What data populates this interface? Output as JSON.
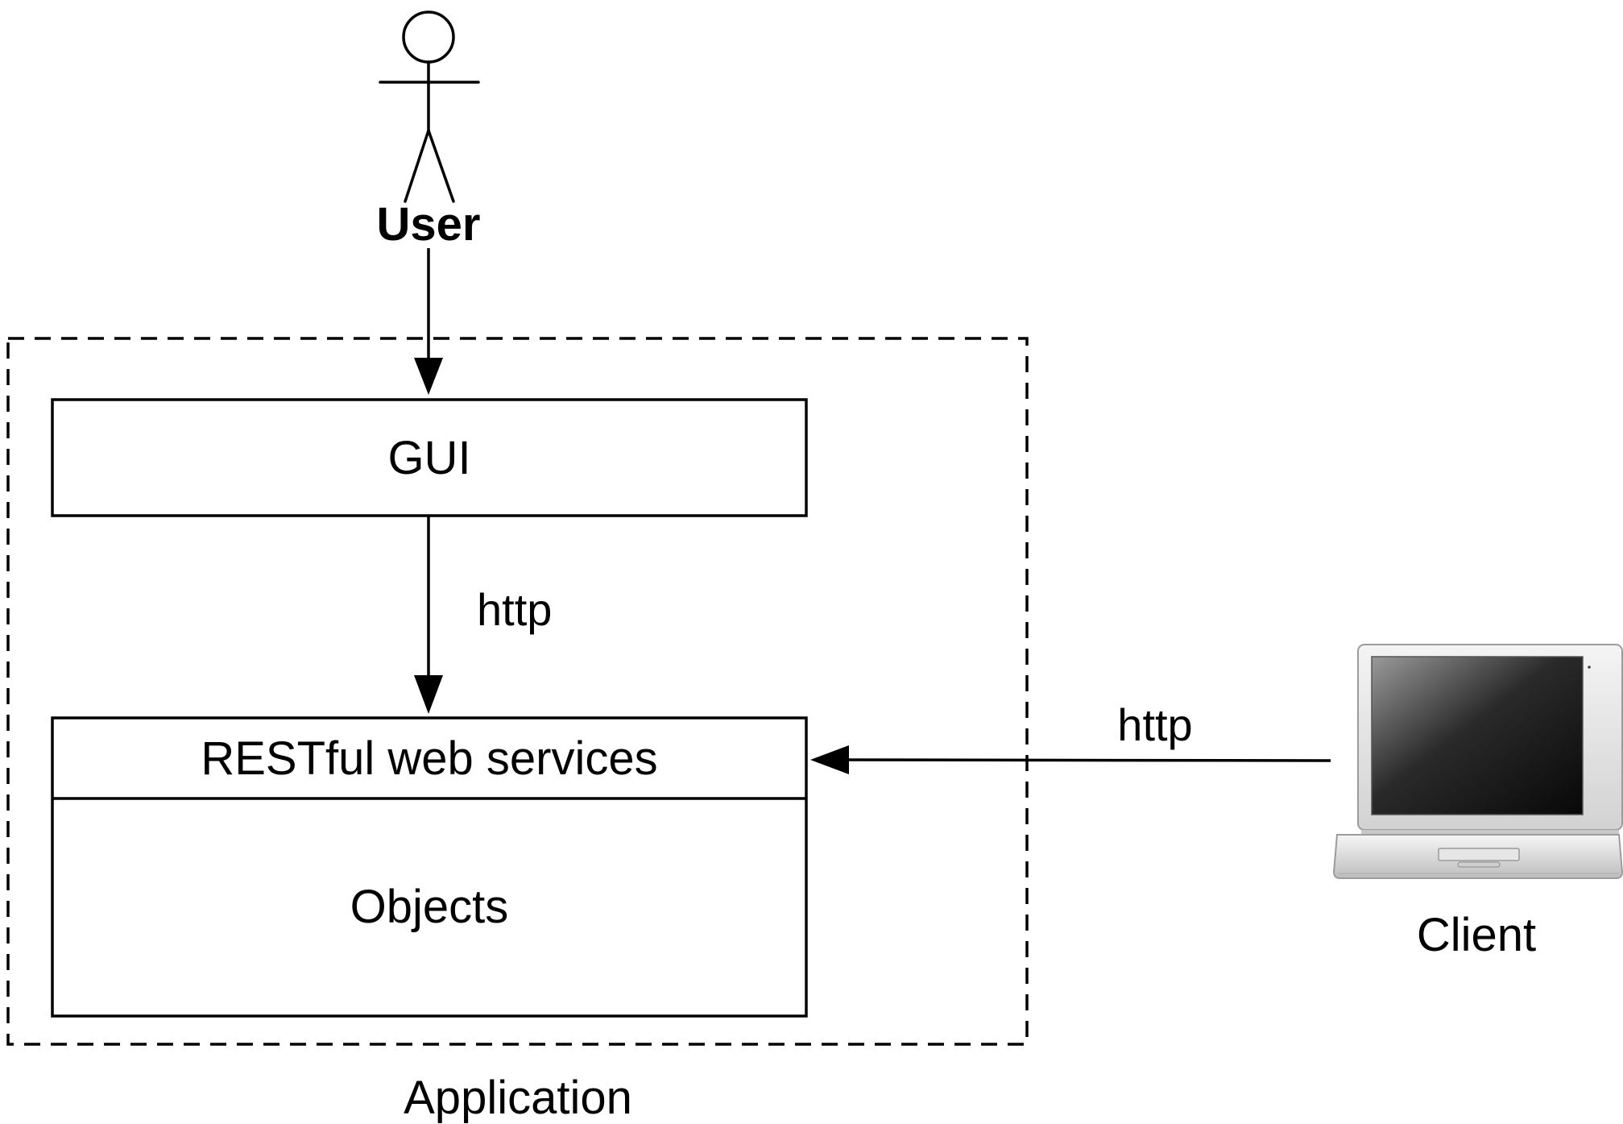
{
  "diagram": {
    "actor": {
      "label": "User",
      "icon": "stick-figure-icon"
    },
    "application": {
      "label": "Application",
      "gui": {
        "label": "GUI"
      },
      "rest": {
        "label": "RESTful web services"
      },
      "objects": {
        "label": "Objects"
      }
    },
    "client": {
      "label": "Client",
      "icon": "laptop-icon"
    },
    "edges": {
      "gui_to_rest": {
        "label": "http"
      },
      "client_to_rest": {
        "label": "http"
      }
    }
  }
}
